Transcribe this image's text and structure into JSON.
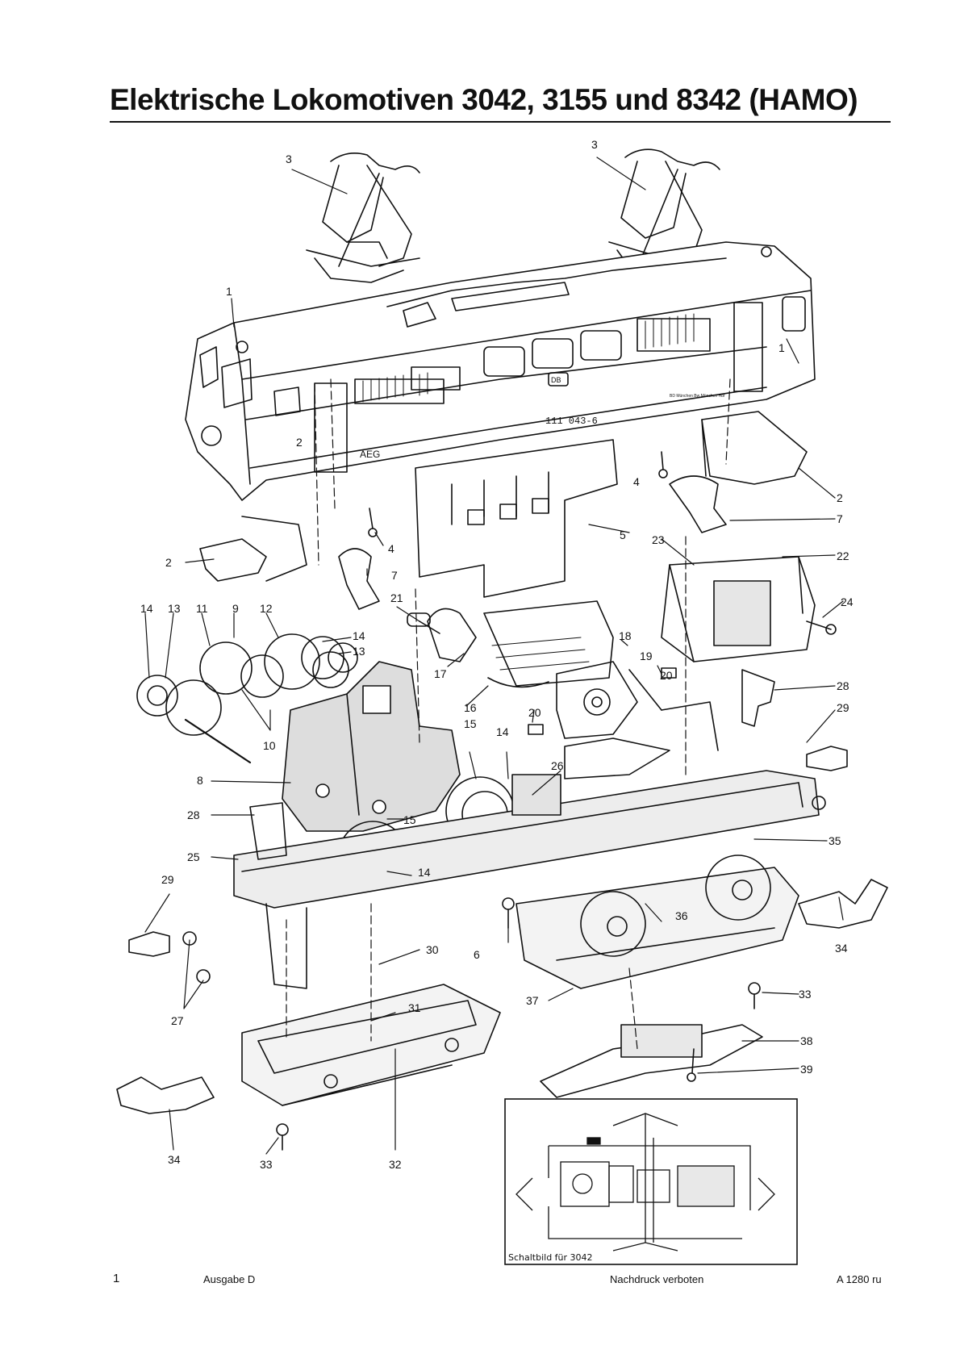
{
  "title": "Elektrische Lokomotiven 3042, 3155 und 8342 (HAMO)",
  "callouts": {
    "c3a": "3",
    "c3b": "3",
    "c1a": "1",
    "c1b": "1",
    "c2a": "2",
    "c2b": "2",
    "c2c": "2",
    "c4a": "4",
    "c4b": "4",
    "c5": "5",
    "c7a": "7",
    "c7b": "7",
    "c23": "23",
    "c22": "22",
    "c24": "24",
    "c21": "21",
    "c18": "18",
    "c19": "19",
    "c20a": "20",
    "c20b": "20",
    "c17": "17",
    "c16": "16",
    "c15a": "15",
    "c15b": "15",
    "c14a": "14",
    "c13a": "13",
    "c11": "11",
    "c9": "9",
    "c12": "12",
    "c14b": "14",
    "c13b": "13",
    "c14c": "14",
    "c14d": "14",
    "c10": "10",
    "c8": "8",
    "c26": "26",
    "c28a": "28",
    "c28b": "28",
    "c29a": "29",
    "c29b": "29",
    "c25": "25",
    "c35": "35",
    "c36": "36",
    "c34a": "34",
    "c34b": "34",
    "c6": "6",
    "c30": "30",
    "c27": "27",
    "c31": "31",
    "c37": "37",
    "c33a": "33",
    "c33b": "33",
    "c38": "38",
    "c39": "39",
    "c32": "32"
  },
  "body_markings": {
    "number_side": "111 043-6",
    "maker": "AEG",
    "logo": "DB",
    "depot": "BD München Bw München Hbf"
  },
  "schematic_caption": "Schaltbild für 3042",
  "footer": {
    "page": "1",
    "edition": "Ausgabe D",
    "notice": "Nachdruck verboten",
    "code": "A 1280 ru"
  }
}
